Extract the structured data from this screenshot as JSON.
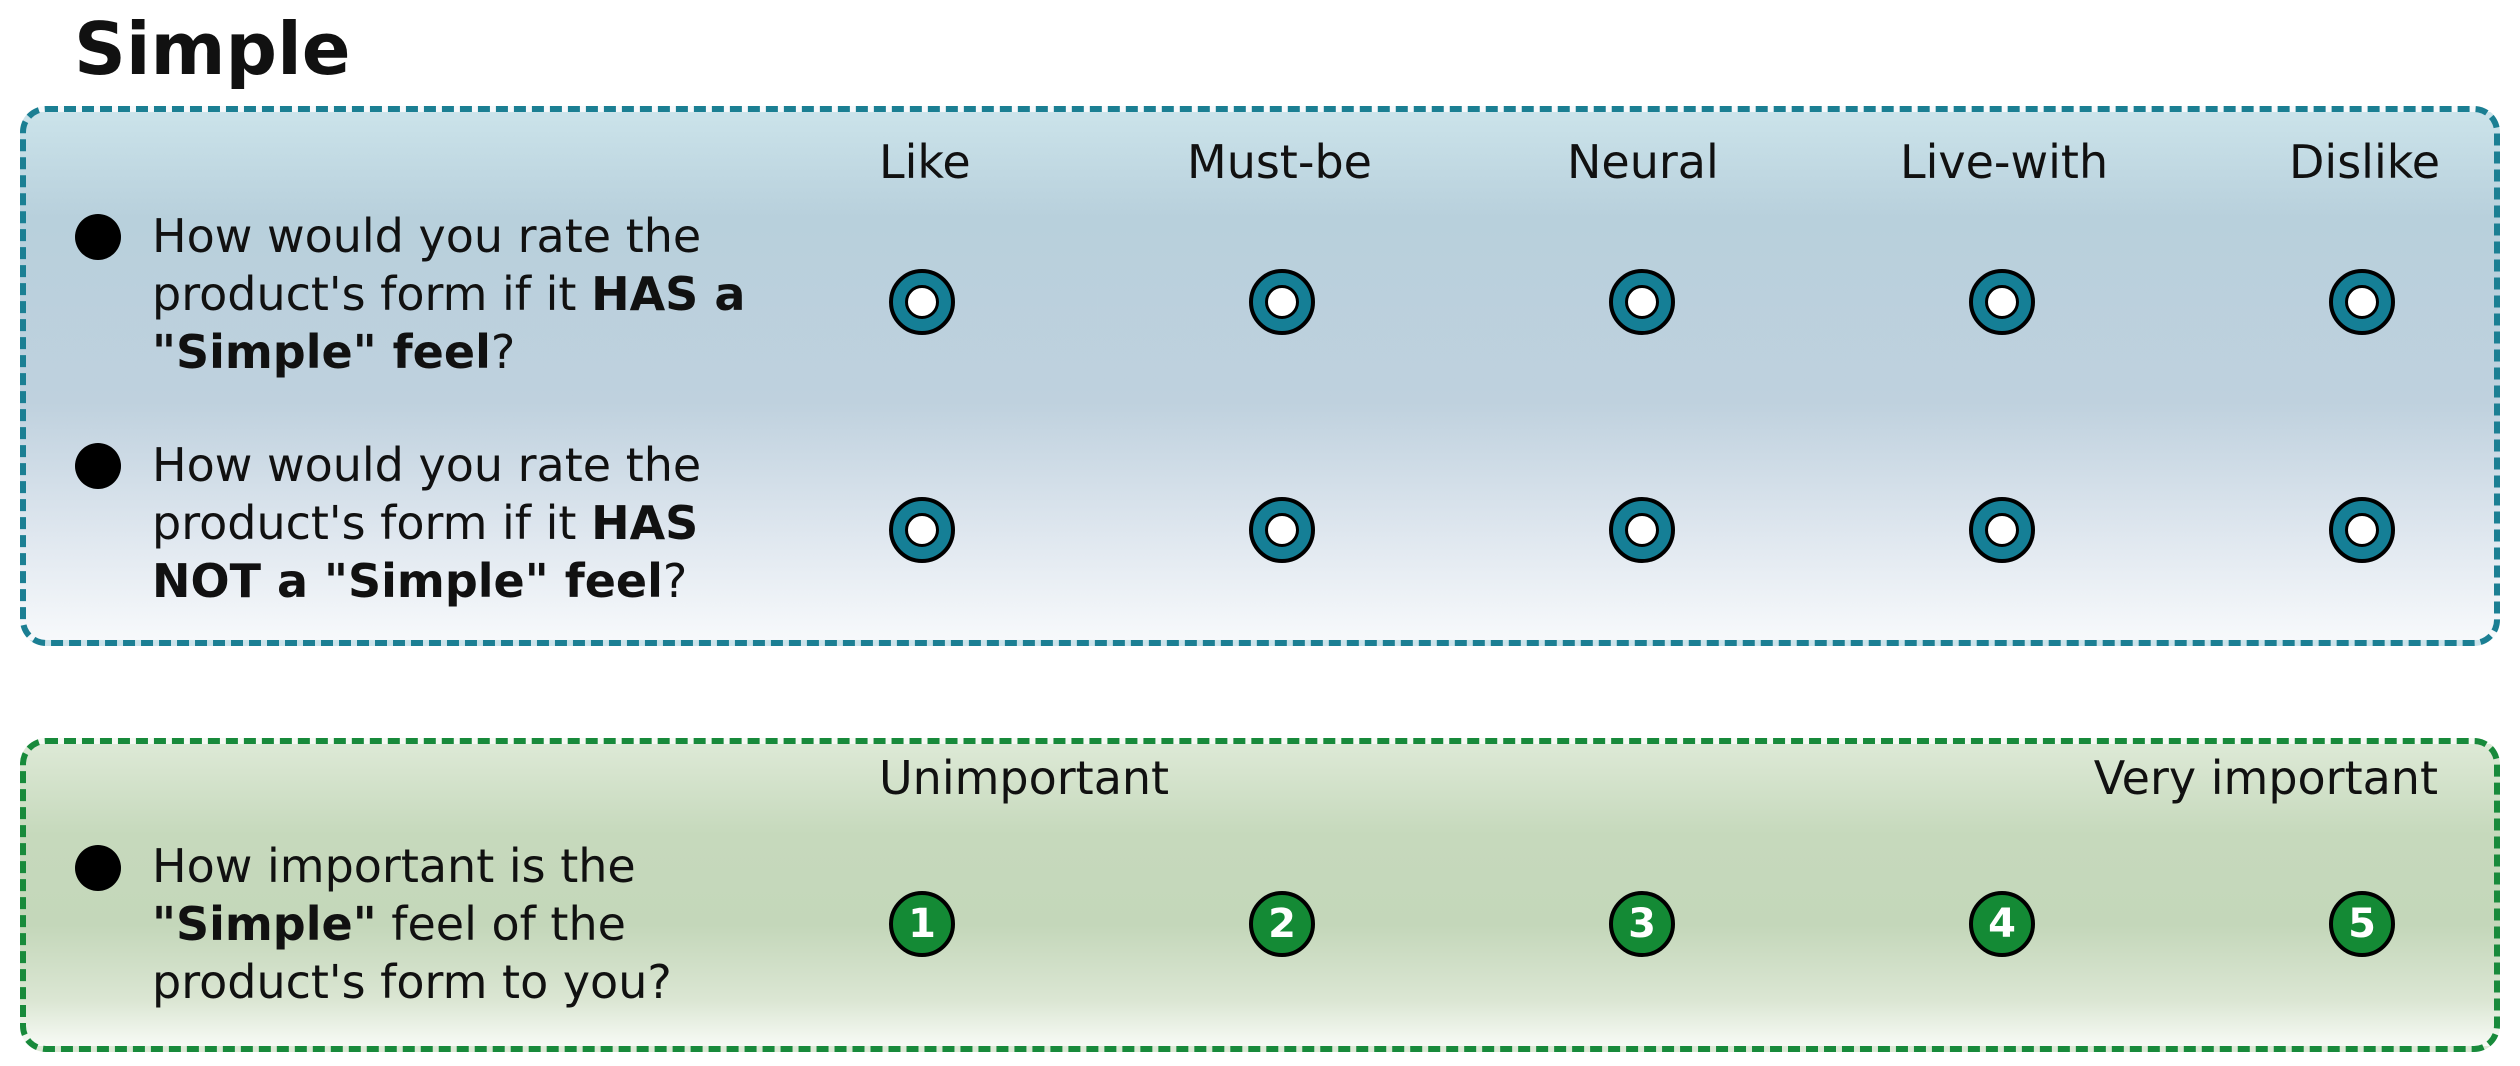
{
  "title": "Simple",
  "kano_section": {
    "columns": [
      "Like",
      "Must-be",
      "Neural",
      "Live-with",
      "Dislike"
    ],
    "questions": [
      {
        "before": "How would you rate the product's form if it ",
        "bold": "HAS a \"Simple\" feel",
        "after": "?"
      },
      {
        "before": "How would you rate the product's form if it ",
        "bold": "HAS NOT a \"Simple\" feel",
        "after": "?"
      }
    ],
    "accent_color": "#157f96"
  },
  "importance_section": {
    "low_label": "Unimportant",
    "high_label": "Very important",
    "question": {
      "bold": "\"Simple\"",
      "before": "How important is the ",
      "after": " feel of the product's form to you?"
    },
    "scale": [
      "1",
      "2",
      "3",
      "4",
      "5"
    ],
    "accent_color": "#148a35"
  }
}
